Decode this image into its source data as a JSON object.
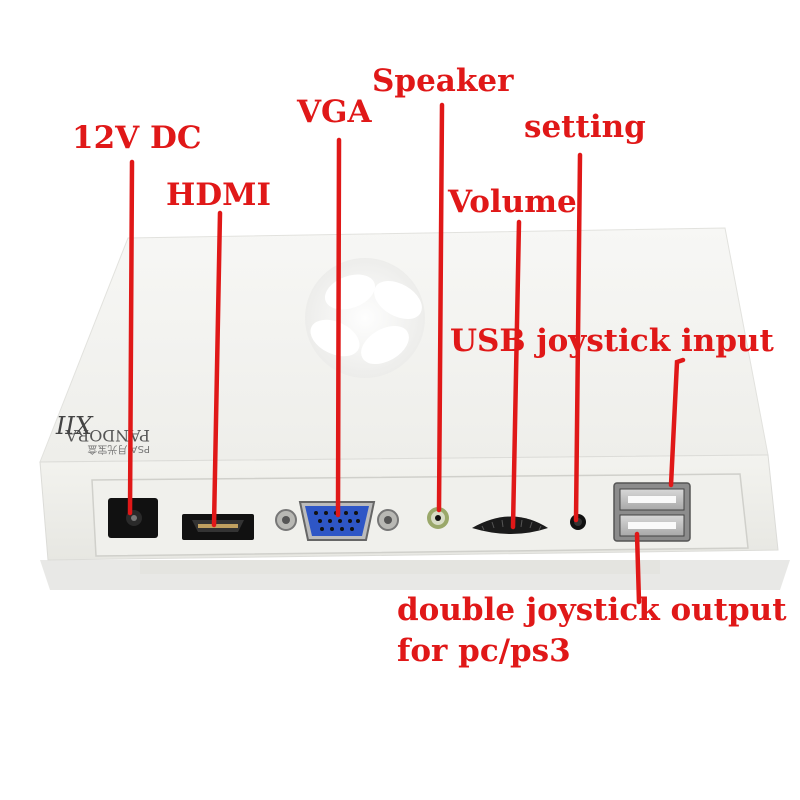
{
  "image": {
    "subject": "white retro game console box, rear panel with ports",
    "annotation_color": "#e01818",
    "body_color": "#f3f3ef",
    "shadow_color": "#d4d4d0"
  },
  "device": {
    "brand_text": "PANDORA",
    "brand_sub": "PSA 月光宝盒",
    "model": "XII"
  },
  "labels": {
    "power": "12V DC",
    "hdmi": "HDMI",
    "vga": "VGA",
    "speaker": "Speaker",
    "setting": "setting",
    "volume": "Volume",
    "usb_input": "USB joystick input",
    "usb_output_line1": "double joystick output",
    "usb_output_line2": "for pc/ps3"
  },
  "ports": [
    "dc-power-jack",
    "hdmi-port",
    "vga-port",
    "speaker-jack",
    "volume-wheel",
    "setting-button",
    "usb-ports"
  ]
}
